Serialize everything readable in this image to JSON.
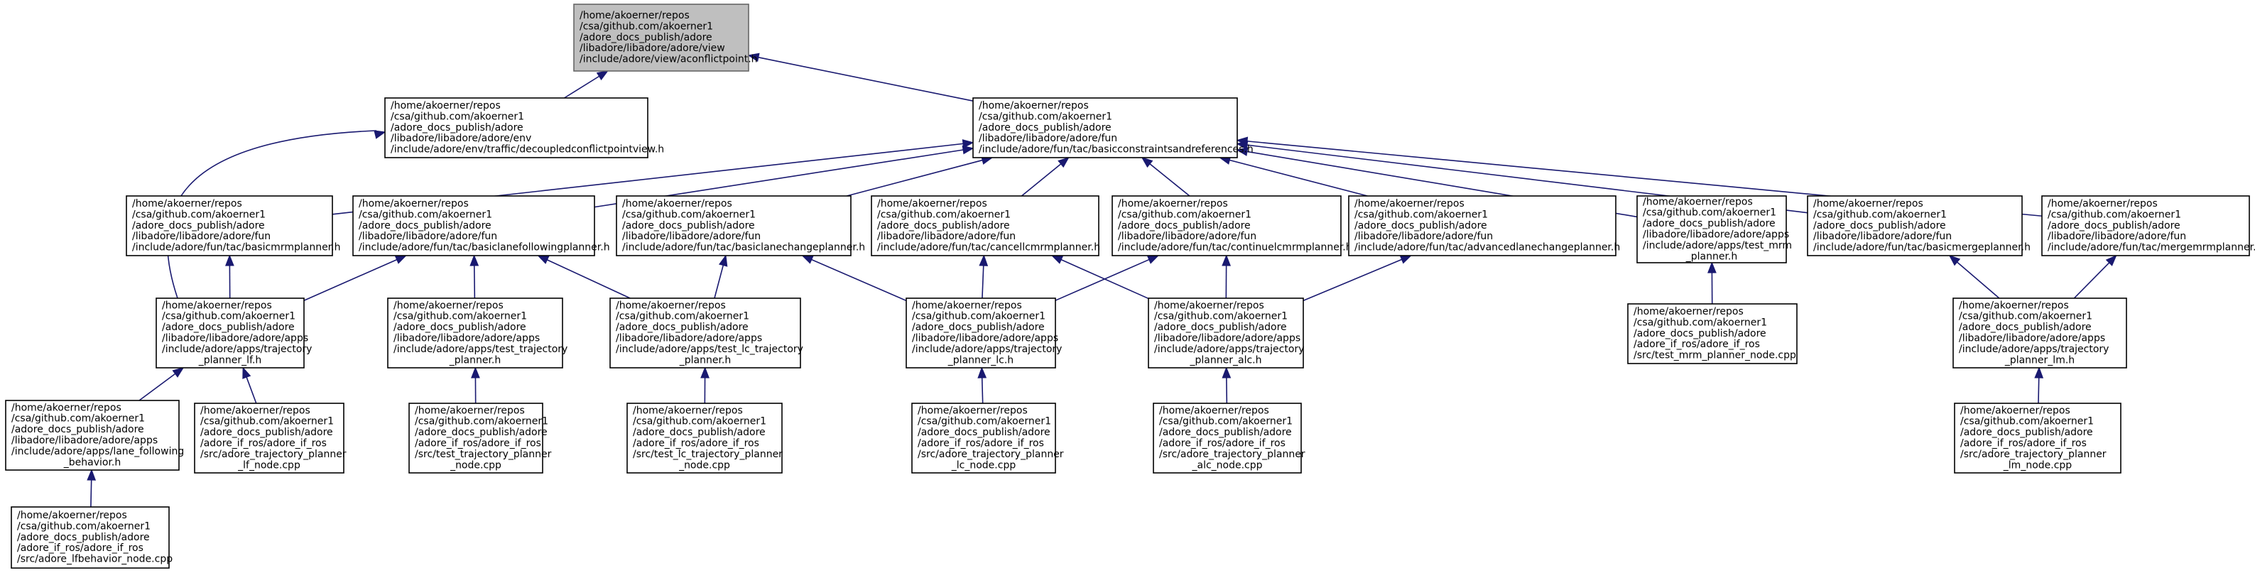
{
  "nodes": [
    {
      "id": "n0",
      "root": true,
      "lines": [
        "/home/akoerner/repos",
        "/csa/github.com/akoerner1",
        "/adore_docs_publish/adore",
        "/libadore/libadore/adore/view",
        "/include/adore/view/aconflictpoint.h"
      ]
    },
    {
      "id": "n1",
      "lines": [
        "/home/akoerner/repos",
        "/csa/github.com/akoerner1",
        "/adore_docs_publish/adore",
        "/libadore/libadore/adore/env",
        "/include/adore/env/traffic/decoupledconflictpointview.h"
      ]
    },
    {
      "id": "n2",
      "lines": [
        "/home/akoerner/repos",
        "/csa/github.com/akoerner1",
        "/adore_docs_publish/adore",
        "/libadore/libadore/adore/fun",
        "/include/adore/fun/tac/basicconstraintsandreferences.h"
      ]
    },
    {
      "id": "n3",
      "lines": [
        "/home/akoerner/repos",
        "/csa/github.com/akoerner1",
        "/adore_docs_publish/adore",
        "/libadore/libadore/adore/fun",
        "/include/adore/fun/tac/basicmrmplanner.h"
      ]
    },
    {
      "id": "n4",
      "lines": [
        "/home/akoerner/repos",
        "/csa/github.com/akoerner1",
        "/adore_docs_publish/adore",
        "/libadore/libadore/adore/fun",
        "/include/adore/fun/tac/basiclanefollowingplanner.h"
      ]
    },
    {
      "id": "n5",
      "lines": [
        "/home/akoerner/repos",
        "/csa/github.com/akoerner1",
        "/adore_docs_publish/adore",
        "/libadore/libadore/adore/fun",
        "/include/adore/fun/tac/basiclanechangeplanner.h"
      ]
    },
    {
      "id": "n6",
      "lines": [
        "/home/akoerner/repos",
        "/csa/github.com/akoerner1",
        "/adore_docs_publish/adore",
        "/libadore/libadore/adore/fun",
        "/include/adore/fun/tac/cancellcmrmplanner.h"
      ]
    },
    {
      "id": "n7",
      "lines": [
        "/home/akoerner/repos",
        "/csa/github.com/akoerner1",
        "/adore_docs_publish/adore",
        "/libadore/libadore/adore/fun",
        "/include/adore/fun/tac/continuelcmrmplanner.h"
      ]
    },
    {
      "id": "n8",
      "lines": [
        "/home/akoerner/repos",
        "/csa/github.com/akoerner1",
        "/adore_docs_publish/adore",
        "/libadore/libadore/adore/fun",
        "/include/adore/fun/tac/advancedlanechangeplanner.h"
      ]
    },
    {
      "id": "n9",
      "lines": [
        "/home/akoerner/repos",
        "/csa/github.com/akoerner1",
        "/adore_docs_publish/adore",
        "/libadore/libadore/adore/apps",
        "/include/adore/apps/test_mrm",
        "_planner.h"
      ]
    },
    {
      "id": "n10",
      "lines": [
        "/home/akoerner/repos",
        "/csa/github.com/akoerner1",
        "/adore_docs_publish/adore",
        "/libadore/libadore/adore/fun",
        "/include/adore/fun/tac/basicmergeplanner.h"
      ]
    },
    {
      "id": "n11",
      "lines": [
        "/home/akoerner/repos",
        "/csa/github.com/akoerner1",
        "/adore_docs_publish/adore",
        "/libadore/libadore/adore/fun",
        "/include/adore/fun/tac/mergemrmplanner.h"
      ]
    },
    {
      "id": "n12",
      "lines": [
        "/home/akoerner/repos",
        "/csa/github.com/akoerner1",
        "/adore_docs_publish/adore",
        "/libadore/libadore/adore/apps",
        "/include/adore/apps/trajectory",
        "_planner_lf.h"
      ]
    },
    {
      "id": "n13",
      "lines": [
        "/home/akoerner/repos",
        "/csa/github.com/akoerner1",
        "/adore_docs_publish/adore",
        "/libadore/libadore/adore/apps",
        "/include/adore/apps/test_trajectory",
        "_planner.h"
      ]
    },
    {
      "id": "n14",
      "lines": [
        "/home/akoerner/repos",
        "/csa/github.com/akoerner1",
        "/adore_docs_publish/adore",
        "/libadore/libadore/adore/apps",
        "/include/adore/apps/test_lc_trajectory",
        "_planner.h"
      ]
    },
    {
      "id": "n15",
      "lines": [
        "/home/akoerner/repos",
        "/csa/github.com/akoerner1",
        "/adore_docs_publish/adore",
        "/libadore/libadore/adore/apps",
        "/include/adore/apps/trajectory",
        "_planner_lc.h"
      ]
    },
    {
      "id": "n16",
      "lines": [
        "/home/akoerner/repos",
        "/csa/github.com/akoerner1",
        "/adore_docs_publish/adore",
        "/libadore/libadore/adore/apps",
        "/include/adore/apps/trajectory",
        "_planner_alc.h"
      ]
    },
    {
      "id": "n17",
      "lines": [
        "/home/akoerner/repos",
        "/csa/github.com/akoerner1",
        "/adore_docs_publish/adore",
        "/adore_if_ros/adore_if_ros",
        "/src/test_mrm_planner_node.cpp"
      ]
    },
    {
      "id": "n18",
      "lines": [
        "/home/akoerner/repos",
        "/csa/github.com/akoerner1",
        "/adore_docs_publish/adore",
        "/libadore/libadore/adore/apps",
        "/include/adore/apps/trajectory",
        "_planner_lm.h"
      ]
    },
    {
      "id": "n19",
      "lines": [
        "/home/akoerner/repos",
        "/csa/github.com/akoerner1",
        "/adore_docs_publish/adore",
        "/libadore/libadore/adore/apps",
        "/include/adore/apps/lane_following",
        "_behavior.h"
      ]
    },
    {
      "id": "n20",
      "lines": [
        "/home/akoerner/repos",
        "/csa/github.com/akoerner1",
        "/adore_docs_publish/adore",
        "/adore_if_ros/adore_if_ros",
        "/src/adore_trajectory_planner",
        "_lf_node.cpp"
      ]
    },
    {
      "id": "n21",
      "lines": [
        "/home/akoerner/repos",
        "/csa/github.com/akoerner1",
        "/adore_docs_publish/adore",
        "/adore_if_ros/adore_if_ros",
        "/src/test_trajectory_planner",
        "_node.cpp"
      ]
    },
    {
      "id": "n22",
      "lines": [
        "/home/akoerner/repos",
        "/csa/github.com/akoerner1",
        "/adore_docs_publish/adore",
        "/adore_if_ros/adore_if_ros",
        "/src/test_lc_trajectory_planner",
        "_node.cpp"
      ]
    },
    {
      "id": "n23",
      "lines": [
        "/home/akoerner/repos",
        "/csa/github.com/akoerner1",
        "/adore_docs_publish/adore",
        "/adore_if_ros/adore_if_ros",
        "/src/adore_trajectory_planner",
        "_lc_node.cpp"
      ]
    },
    {
      "id": "n24",
      "lines": [
        "/home/akoerner/repos",
        "/csa/github.com/akoerner1",
        "/adore_docs_publish/adore",
        "/adore_if_ros/adore_if_ros",
        "/src/adore_trajectory_planner",
        "_alc_node.cpp"
      ]
    },
    {
      "id": "n25",
      "lines": [
        "/home/akoerner/repos",
        "/csa/github.com/akoerner1",
        "/adore_docs_publish/adore",
        "/adore_if_ros/adore_if_ros",
        "/src/adore_trajectory_planner",
        "_lm_node.cpp"
      ]
    },
    {
      "id": "n26",
      "lines": [
        "/home/akoerner/repos",
        "/csa/github.com/akoerner1",
        "/adore_docs_publish/adore",
        "/adore_if_ros/adore_if_ros",
        "/src/adore_lfbehavior_node.cpp"
      ]
    }
  ],
  "edges": [
    {
      "from": "n1",
      "to": "n0"
    },
    {
      "from": "n2",
      "to": "n0"
    },
    {
      "from": "n12",
      "to": "n1"
    },
    {
      "from": "n3",
      "to": "n2"
    },
    {
      "from": "n4",
      "to": "n2"
    },
    {
      "from": "n5",
      "to": "n2"
    },
    {
      "from": "n6",
      "to": "n2"
    },
    {
      "from": "n7",
      "to": "n2"
    },
    {
      "from": "n8",
      "to": "n2"
    },
    {
      "from": "n9",
      "to": "n2"
    },
    {
      "from": "n10",
      "to": "n2"
    },
    {
      "from": "n11",
      "to": "n2"
    },
    {
      "from": "n12",
      "to": "n3"
    },
    {
      "from": "n12",
      "to": "n4"
    },
    {
      "from": "n13",
      "to": "n4"
    },
    {
      "from": "n14",
      "to": "n4"
    },
    {
      "from": "n14",
      "to": "n5"
    },
    {
      "from": "n15",
      "to": "n5"
    },
    {
      "from": "n15",
      "to": "n6"
    },
    {
      "from": "n16",
      "to": "n6"
    },
    {
      "from": "n15",
      "to": "n7"
    },
    {
      "from": "n16",
      "to": "n7"
    },
    {
      "from": "n16",
      "to": "n8"
    },
    {
      "from": "n17",
      "to": "n9"
    },
    {
      "from": "n18",
      "to": "n10"
    },
    {
      "from": "n18",
      "to": "n11"
    },
    {
      "from": "n19",
      "to": "n12"
    },
    {
      "from": "n20",
      "to": "n12"
    },
    {
      "from": "n21",
      "to": "n13"
    },
    {
      "from": "n22",
      "to": "n14"
    },
    {
      "from": "n23",
      "to": "n15"
    },
    {
      "from": "n24",
      "to": "n16"
    },
    {
      "from": "n25",
      "to": "n18"
    },
    {
      "from": "n26",
      "to": "n19"
    }
  ]
}
